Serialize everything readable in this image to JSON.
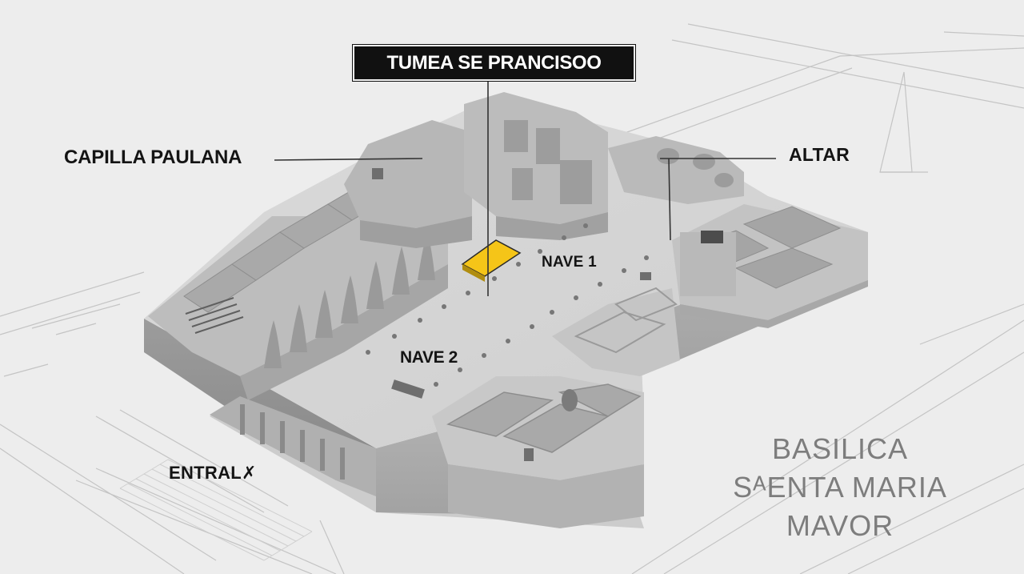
{
  "title": "TUMEA SE PRANCISOO",
  "labels": {
    "capilla": "CAPILLA PAULANA",
    "altar": "ALTAR",
    "nave1": "NAVE 1",
    "nave2": "NAVE 2",
    "entrance": "ENTRAL✗"
  },
  "basilica": {
    "line1": "BASILICA",
    "line2": "SᴬENTA MARIA",
    "line3": "MAVOR"
  },
  "colors": {
    "background": "#ededed",
    "model": "#c9c9c9",
    "highlight": "#f5c518",
    "title_box": "#111111",
    "basilica_text": "#7d7d7d"
  }
}
